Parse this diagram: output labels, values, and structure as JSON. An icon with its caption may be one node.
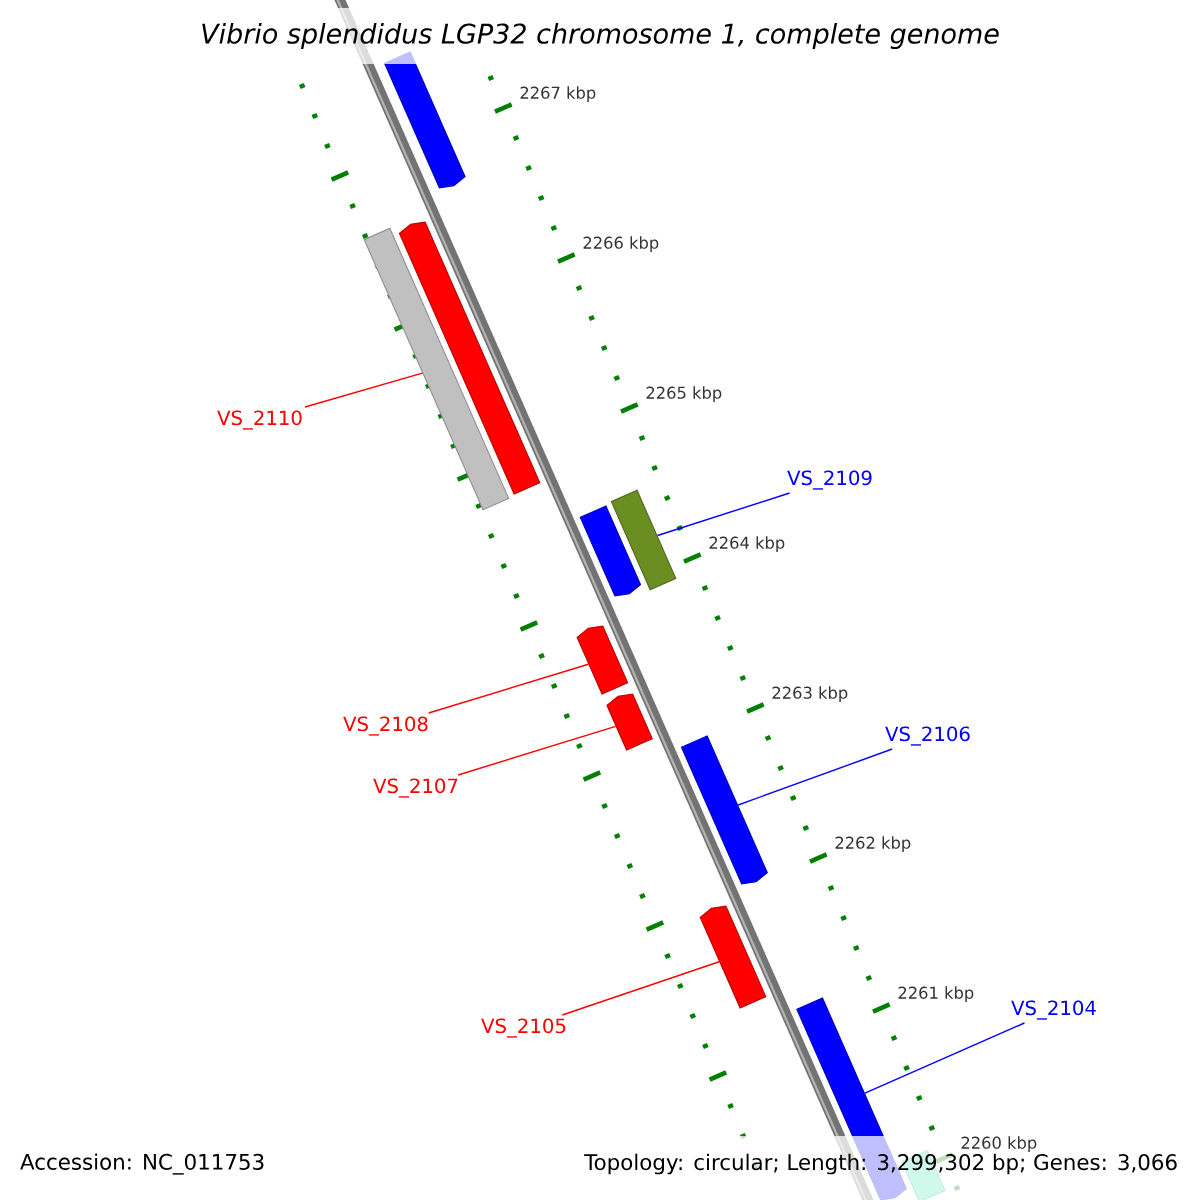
{
  "diagram": {
    "title": "Vibrio splendidus LGP32 chromosome 1, complete genome",
    "nodes": [
      {
        "text": [],
        "shape": "bar"
      },
      {
        "text": [],
        "shape": "bar"
      },
      {
        "text": [],
        "shape": "bar"
      },
      {
        "text": [
          "VS_2110"
        ]
      },
      {
        "text": [],
        "shape": "bar"
      },
      {
        "text": [],
        "shape": "bar"
      },
      {
        "text": [
          "VS_2109"
        ]
      },
      {
        "text": [],
        "shape": "bar"
      },
      {
        "text": [
          "VS_2108"
        ]
      },
      {
        "text": [],
        "shape": "bar"
      },
      {
        "text": [
          "VS_2107"
        ]
      },
      {
        "text": [],
        "shape": "bar"
      },
      {
        "text": [
          "VS_2106"
        ]
      },
      {
        "text": [],
        "shape": "bar"
      },
      {
        "text": [
          "VS_2105"
        ]
      },
      {
        "text": [],
        "shape": "bar"
      },
      {
        "text": [
          "VS_2104"
        ]
      },
      {
        "text": [],
        "shape": "bar"
      }
    ],
    "edges": [
      {
        "from": 3,
        "to": 1,
        "arrow": "none",
        "color": "#ff0000"
      },
      {
        "from": 6,
        "to": 5,
        "arrow": "none",
        "color": "#0000ff"
      },
      {
        "from": 8,
        "to": 7,
        "arrow": "none",
        "color": "#ff0000"
      },
      {
        "from": 10,
        "to": 9,
        "arrow": "none",
        "color": "#ff0000"
      },
      {
        "from": 12,
        "to": 11,
        "arrow": "none",
        "color": "#0000ff"
      },
      {
        "from": 14,
        "to": 13,
        "arrow": "none",
        "color": "#ff0000"
      },
      {
        "from": 16,
        "to": 15,
        "arrow": "none",
        "color": "#0000ff"
      }
    ],
    "labels": [
      "2267 kbp",
      "2266 kbp",
      "2265 kbp",
      "2264 kbp",
      "2263 kbp",
      "2262 kbp",
      "2261 kbp",
      "2260 kbp",
      "Accession: NC_011753",
      "Topology: circular; Length: 3,299,302 bp; Genes: 3,066"
    ]
  }
}
